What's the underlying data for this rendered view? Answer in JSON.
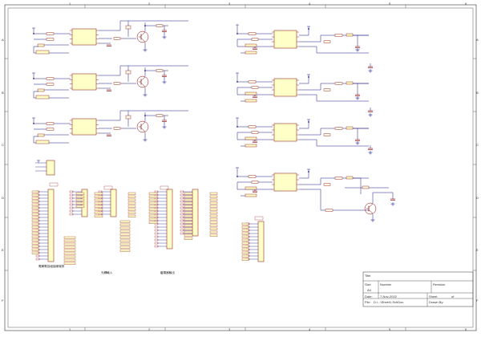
{
  "sheet": {
    "zone_cols": [
      "1",
      "2",
      "3",
      "4",
      "5",
      "6"
    ],
    "zone_rows": [
      "A",
      "B",
      "C",
      "D",
      "E",
      "F"
    ]
  },
  "captions": {
    "left": "電解電容組接線端排",
    "mid": "光耦輸入",
    "right": "繼電器輸出"
  },
  "title_block": {
    "title_label": "Title",
    "size_label": "Size",
    "size_value": "A4",
    "number_label": "Number",
    "revision_label": "Revision",
    "date_label": "Date:",
    "date_value": "7-Nov-2022",
    "sheet_label": "Sheet",
    "sheet_of": "of",
    "file_label": "File:",
    "drawn_by_label": "Drawn By:",
    "file_value": "D:\\...\\Sheet1.SchDoc"
  },
  "icons": [
    "resistor-icon",
    "capacitor-icon",
    "transistor-icon",
    "optocoupler-icon",
    "connector-icon",
    "ground-icon",
    "power-icon"
  ],
  "colors": {
    "wire": "#1a1a8c",
    "component": "#8b0000",
    "ic_fill": "#ffffc8",
    "frame": "#333333"
  }
}
